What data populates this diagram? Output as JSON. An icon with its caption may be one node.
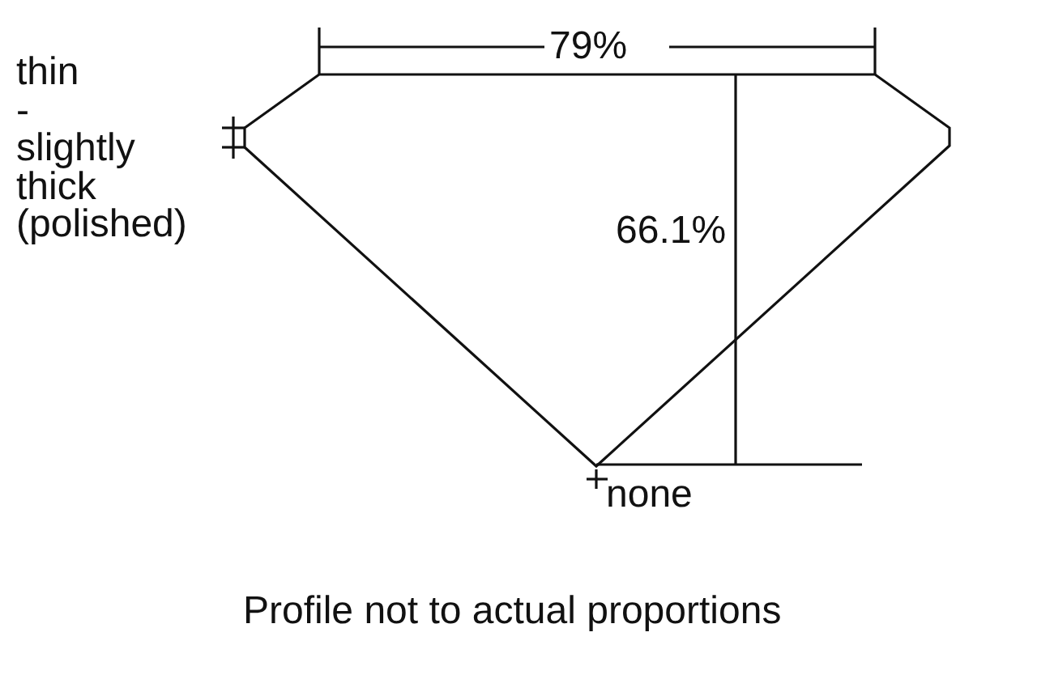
{
  "diagram": {
    "caption": "Profile not to actual proportions",
    "labels": [
      "79%",
      "thin - slightly thick (polished)",
      "66.1%",
      "none"
    ]
  }
}
